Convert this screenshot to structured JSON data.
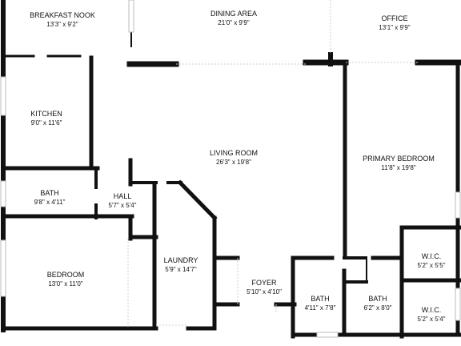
{
  "rooms": {
    "breakfast_nook": {
      "name": "BREAKFAST NOOK",
      "dims": "13'3\" x 9'2\""
    },
    "dining_area": {
      "name": "DINING AREA",
      "dims": "21'0\" x 9'9\""
    },
    "office": {
      "name": "OFFICE",
      "dims": "13'1\" x 9'9\""
    },
    "kitchen": {
      "name": "KITCHEN",
      "dims": "9'0\" x 11'6\""
    },
    "living_room": {
      "name": "LIVING ROOM",
      "dims": "26'3\" x 19'8\""
    },
    "primary_bedroom": {
      "name": "PRIMARY BEDROOM",
      "dims": "11'8\" x 19'8\""
    },
    "bath_left": {
      "name": "BATH",
      "dims": "9'8\" x 4'11\""
    },
    "hall": {
      "name": "HALL",
      "dims": "5'7\" x 5'4\""
    },
    "bedroom": {
      "name": "BEDROOM",
      "dims": "13'0\" x 11'0\""
    },
    "laundry": {
      "name": "LAUNDRY",
      "dims": "5'9\" x 14'7\""
    },
    "foyer": {
      "name": "FOYER",
      "dims": "5'10\" x 4'10\""
    },
    "bath_center": {
      "name": "BATH",
      "dims": "4'11\" x 7'8\""
    },
    "bath_right": {
      "name": "BATH",
      "dims": "6'2\" x 8'0\""
    },
    "wic_upper": {
      "name": "W.I.C.",
      "dims": "5'2\" x 5'5\""
    },
    "wic_lower": {
      "name": "W.I.C.",
      "dims": "5'2\" x 5'4\""
    }
  },
  "colors": {
    "wall": "#111111",
    "window": "#cccccc",
    "background": "#ffffff"
  }
}
